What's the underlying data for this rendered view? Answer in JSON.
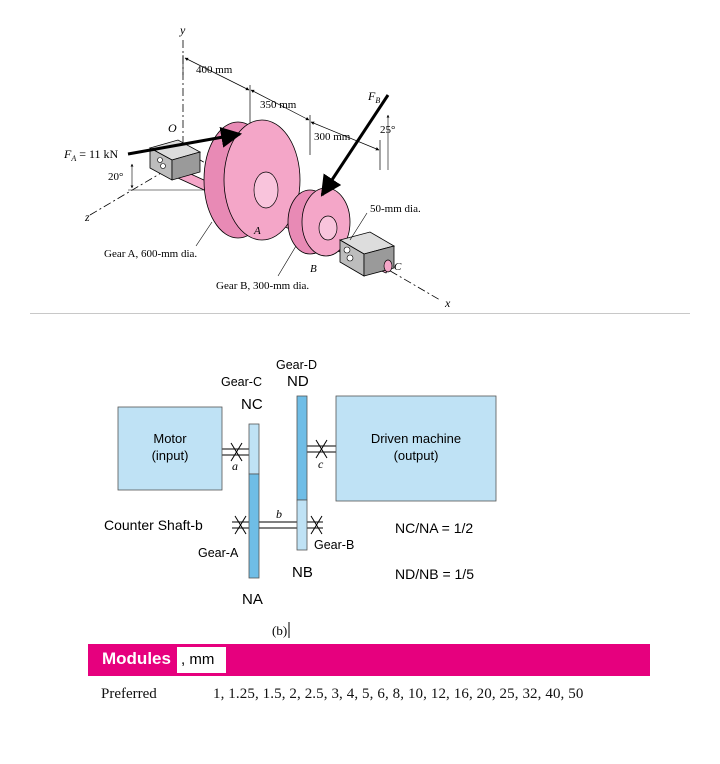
{
  "top_figure": {
    "axis_y": "y",
    "axis_z": "z",
    "axis_x": "x",
    "origin": "O",
    "dim_400": "400 mm",
    "dim_350": "350 mm",
    "dim_300": "300 mm",
    "force_a": "F",
    "force_a_sub": "A",
    "force_a_value": " = 11 kN",
    "angle_a": "20°",
    "force_b": "F",
    "force_b_sub": "B",
    "angle_b": "25°",
    "shaft_dia": "50-mm dia.",
    "point_a": "A",
    "point_b": "B",
    "point_c": "C",
    "gear_a_label": "Gear A, 600-mm dia.",
    "gear_b_label": "Gear B, 300-mm dia."
  },
  "gear_train": {
    "gear_d": "Gear-D",
    "n_d": "ND",
    "gear_c": "Gear-C",
    "n_c": "NC",
    "motor_line1": "Motor",
    "motor_line2": "(input)",
    "driven_line1": "Driven machine",
    "driven_line2": "(output)",
    "bearing_a": "a",
    "bearing_b": "b",
    "bearing_c": "c",
    "counter_shaft": "Counter Shaft-b",
    "gear_a": "Gear-A",
    "gear_b": "Gear-B",
    "n_b": "NB",
    "n_a": "NA",
    "ratio_ca": "NC/NA = 1/2",
    "ratio_db": "ND/NB = 1/5",
    "caption": "(b)"
  },
  "modules": {
    "title": "Modules",
    "unit": ", mm",
    "preferred_label": "Preferred",
    "preferred_values": "1, 1.25, 1.5, 2, 2.5, 3, 4, 5, 6, 8, 10, 12, 16, 20, 25, 32, 40, 50"
  },
  "colors": {
    "gear_pink": "#f4a6c8",
    "block_blue": "#bfe2f5",
    "gear_blue": "#6fbde6",
    "magenta": "#e6007e"
  }
}
